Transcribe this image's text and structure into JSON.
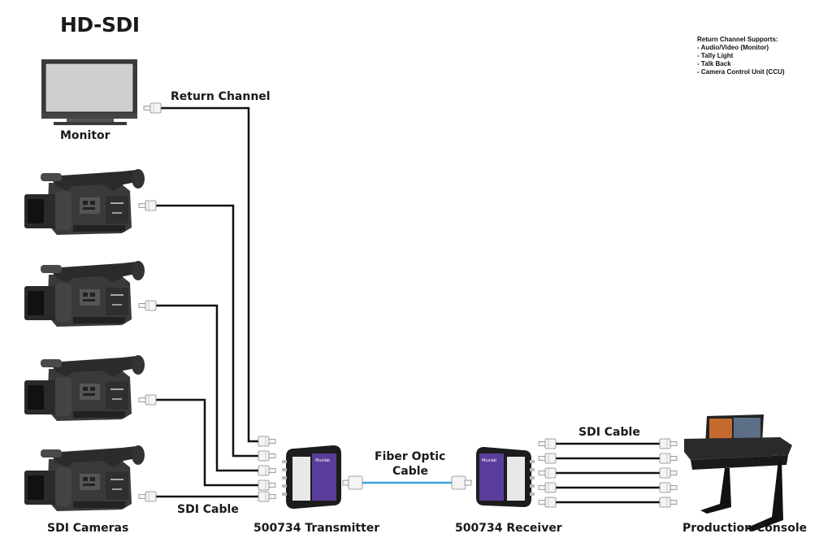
{
  "title": "HD-SDI",
  "notes": {
    "heading": "Return Channel Supports:",
    "items": [
      "- Audio/Video (Monitor)",
      "- Tally Light",
      "- Talk Back",
      "- Camera Control Unit (CCU)"
    ]
  },
  "labels": {
    "monitor": "Monitor",
    "return_channel": "Return Channel",
    "sdi_cameras": "SDI Cameras",
    "sdi_cable_left": "SDI Cable",
    "transmitter": "500734 Transmitter",
    "fiber_line1": "Fiber Optic",
    "fiber_line2": "Cable",
    "receiver": "500734 Receiver",
    "sdi_cable_right": "SDI Cable",
    "console": "Production Console"
  },
  "devices": {
    "transmitter_brand": "Muxlab",
    "receiver_brand": "Muxlab"
  },
  "colors": {
    "cable": "#111111",
    "fiber": "#3aa6d8",
    "device_purple": "#5a3d9a",
    "device_body": "#1c1c1c",
    "connector": "#f4f4f4"
  },
  "camera_count": 4,
  "output_count": 5
}
